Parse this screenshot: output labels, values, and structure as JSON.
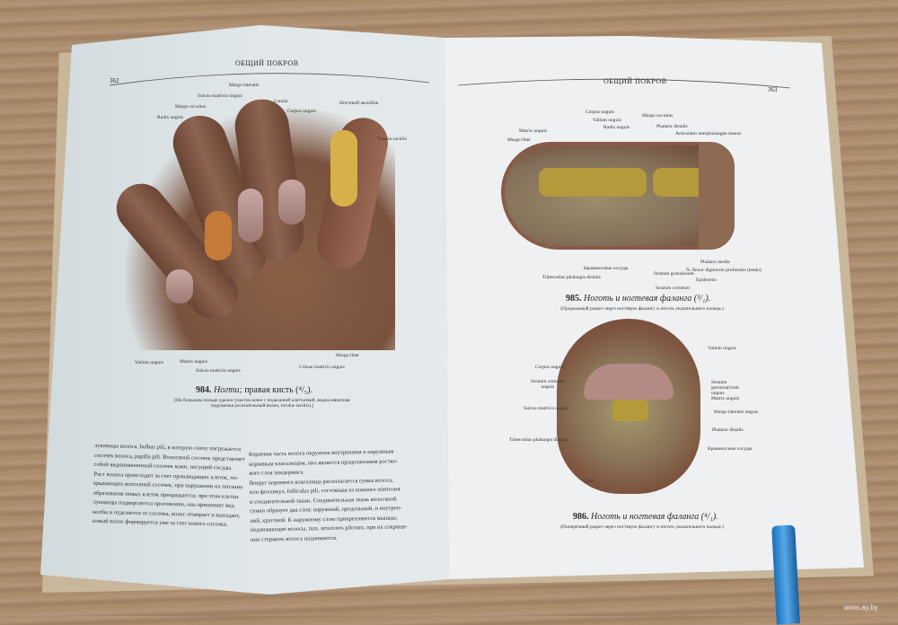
{
  "left_page": {
    "header": "ОБЩИЙ ПОКРОВ",
    "page_number": "362",
    "figure": {
      "labels": [
        "Margo lateralis",
        "Sulcus matricis unguis",
        "Margo occultus",
        "Radix unguis",
        "Lunula",
        "Corpus unguis",
        "Ногтевой желобок",
        "Torulus tactilis",
        "Vallum unguis",
        "Matrix unguis",
        "Sulcus matricis unguis",
        "Margo liber",
        "Cristae matricis unguis"
      ],
      "number": "984.",
      "title": "Ногти;",
      "title_rest": "правая кисть (⁴/₅).",
      "subtitle_lines": [
        "[На большом пальце удален участок кожи с подкожной клетчаткой, видна мякотная",
        "подушечка (осязательный валик, torulus tactilis).]"
      ]
    },
    "col1": [
      "луковицы волоса, bulbus pili, в которую снизу погружается",
      "сосочек волоса, papilla pili. Волосяной сосочек представляет",
      "собой видоизмененный сосочек кожи, несущий сосуды.",
      "Рост волоса происходит за счет производящих клеток, по-",
      "крывающих волосяной сосочек; при нарушении их питания",
      "образование новых клеток прекращается; при этом клетки",
      "луковицы подвергаются ороговению, она принимает вид",
      "колбы и отделяется от сосочка, волос отмирает и выпадает,",
      "новый волос формируется уже за счет нового сосочка."
    ],
    "col2": [
      "Корневая часть волоса окружена внутренним и наружным",
      "корневым влагалищем, оно является продолжением ростко-",
      "вого слоя эпидермиса.",
      "Вокруг корневого влагалища располагается сумка волоса,",
      "или фолликул, folliculus pili, состоящая из кожного эпителия",
      "и соединительной ткани. Соединительная ткань волосяной",
      "сумки образует два слоя: наружный, продольный, и внутрен-",
      "ний, круговой. К наружному слою прикрепляются мышцы,",
      "поднимающие волосы, mm. arrectores pilorum, при их сокраще-",
      "нии стержень волоса поднимается."
    ]
  },
  "right_page": {
    "header": "ОБЩИЙ ПОКРОВ",
    "page_number": "363",
    "figure985": {
      "labels": [
        "Corpus unguis",
        "Vallum unguis",
        "Radix unguis",
        "Margo occultus",
        "Phalanx distalis",
        "Articulatio interphalangea manus",
        "Matrix unguis",
        "Margo liber",
        "Phalanx media",
        "N. flexor digitorum profundus (tendo)",
        "Кровеносные сосуды",
        "Tuberositas phalangis distalis",
        "Stratum granulosum",
        "Stratum corneum",
        "Epidermis"
      ],
      "number": "985.",
      "title": "Ноготь и ногтевая фаланга (³/₁).",
      "subtitle": "(Продольный разрез через ногтевую фалангу и ноготь указательного пальца.)"
    },
    "figure986": {
      "labels": [
        "Vallum unguis",
        "Corpus unguis",
        "Stratum corneum unguis",
        "Stratum germinativum unguis",
        "Matrix unguis",
        "Sulcus matricis unguis",
        "Margo lateralis unguis",
        "Phalanx distalis",
        "Tuberositas phalangis distalis",
        "Кровеносные сосуды",
        "Cutis"
      ],
      "number": "986.",
      "title": "Ноготь и ногтевая фаланга (⁴/₁).",
      "subtitle": "(Поперечный разрез через ногтевую фалангу и ноготь указательного пальца.)"
    }
  },
  "watermark": "www.ay.by"
}
